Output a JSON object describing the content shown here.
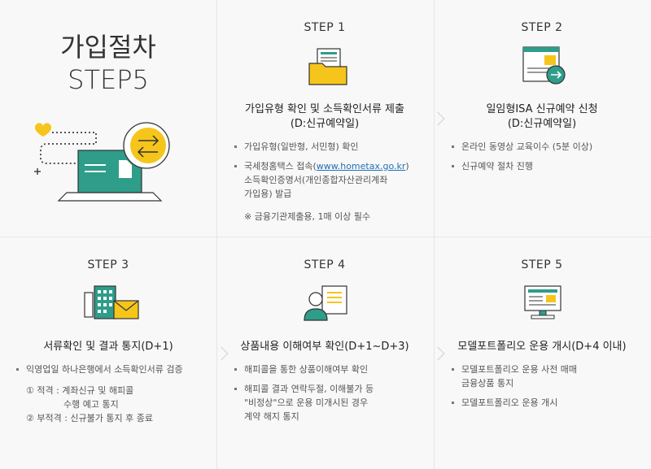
{
  "hero": {
    "title_line1": "가입절차",
    "title_line2": "STEP5"
  },
  "steps": [
    {
      "label": "STEP 1",
      "title_line1": "가입유형 확인 및 소득확인서류 제출",
      "title_line2": "(D:신규예약일)",
      "bullets": [
        "가입유형(일반형, 서민형) 확인"
      ],
      "bullet2_prefix": "국세청홈택스 접속(",
      "bullet2_link": "www.hometax.go.kr",
      "bullet2_suffix": ")",
      "bullet2_line2": "소득확인증명서(개인종합자산관리계좌",
      "bullet2_line3": "가입용) 발급",
      "note": "※ 금융기관제출용, 1매 이상 필수"
    },
    {
      "label": "STEP 2",
      "title_line1": "일임형ISA 신규예약 신청",
      "title_line2": "(D:신규예약일)",
      "bullets": [
        "온라인 동영상 교육이수 (5분 이상)",
        "신규예약 절차 진행"
      ]
    },
    {
      "label": "STEP 3",
      "title_line1": "서류확인 및 결과 통지(D+1)",
      "bullets": [
        "익영업일 하나은행에서 소득확인서류 검증"
      ],
      "sub1_line1": "① 적격 : 계좌신규 및 해피콜",
      "sub1_line2": "수행 예고 통지",
      "sub2": "② 부적격 : 신규불가 통지 후 종료"
    },
    {
      "label": "STEP 4",
      "title_line1": "상품내용 이해여부 확인(D+1~D+3)",
      "bullets": [
        "해피콜을 통한 상품이해여부 확인"
      ],
      "bullet2_line1": "해피콜 결과 연락두절, 이해불가 등",
      "bullet2_line2": "\"비정상\"으로 운용 미개시된 경우",
      "bullet2_line3": "계약 해지 통지"
    },
    {
      "label": "STEP 5",
      "title_line1": "모델포트폴리오 운용 개시(D+4 이내)",
      "bullet1_line1": "모델포트폴리오 운용 사전 매매",
      "bullet1_line2": "금융상품 통지",
      "bullets": [
        "모델포트폴리오 운용 개시"
      ]
    }
  ],
  "colors": {
    "accent_yellow": "#f6c51b",
    "accent_green": "#2e9d8a",
    "line": "#e6e6e6"
  }
}
